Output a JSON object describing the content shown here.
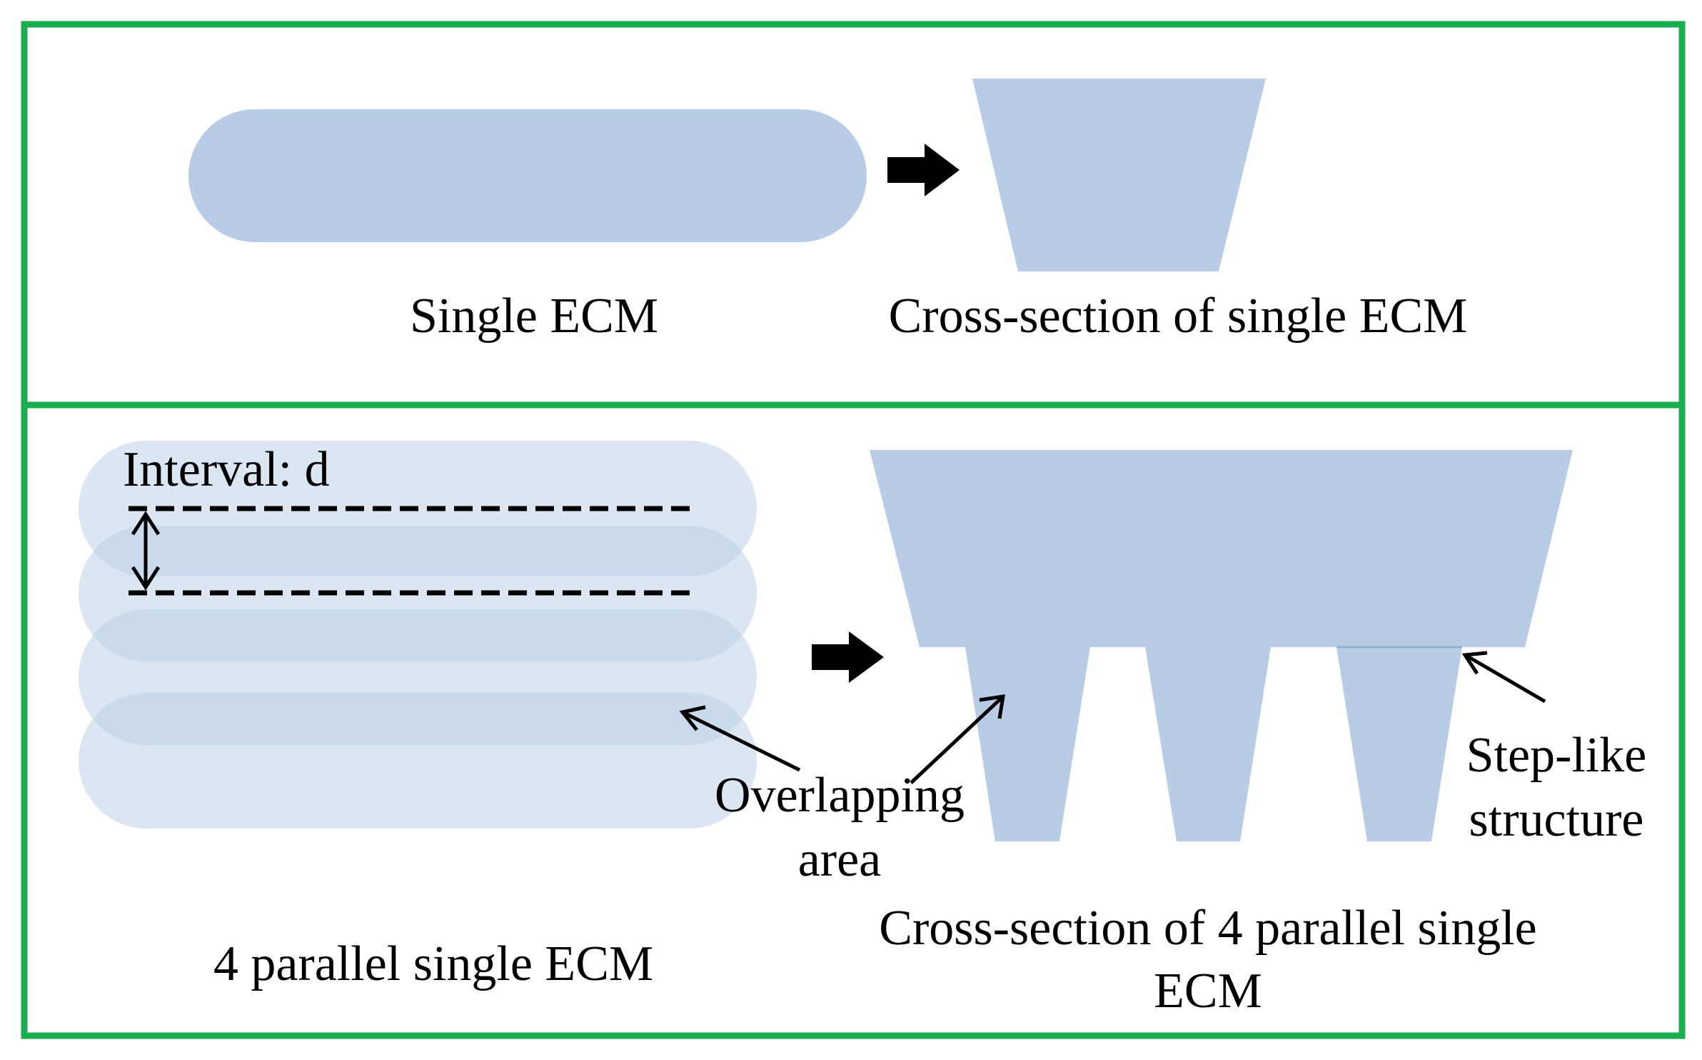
{
  "colors": {
    "frame": "#1AAE4E",
    "shape_fill": "#B8CDE5",
    "shape_fill_light": "#DCE6F2",
    "shape_fill_overlap": "#C7D7EC",
    "arrow": "#000000",
    "text": "#000000"
  },
  "top_panel": {
    "single_label": "Single ECM",
    "cross_section_label": "Cross-section of single ECM"
  },
  "bottom_panel": {
    "interval_label": "Interval: d",
    "parallel_label": "4 parallel single ECM",
    "overlap_label_line1": "Overlapping",
    "overlap_label_line2": "area",
    "step_label_line1": "Step-like",
    "step_label_line2": "structure",
    "cross_section_label_line1": "Cross-section of 4 parallel single",
    "cross_section_label_line2": "ECM"
  }
}
